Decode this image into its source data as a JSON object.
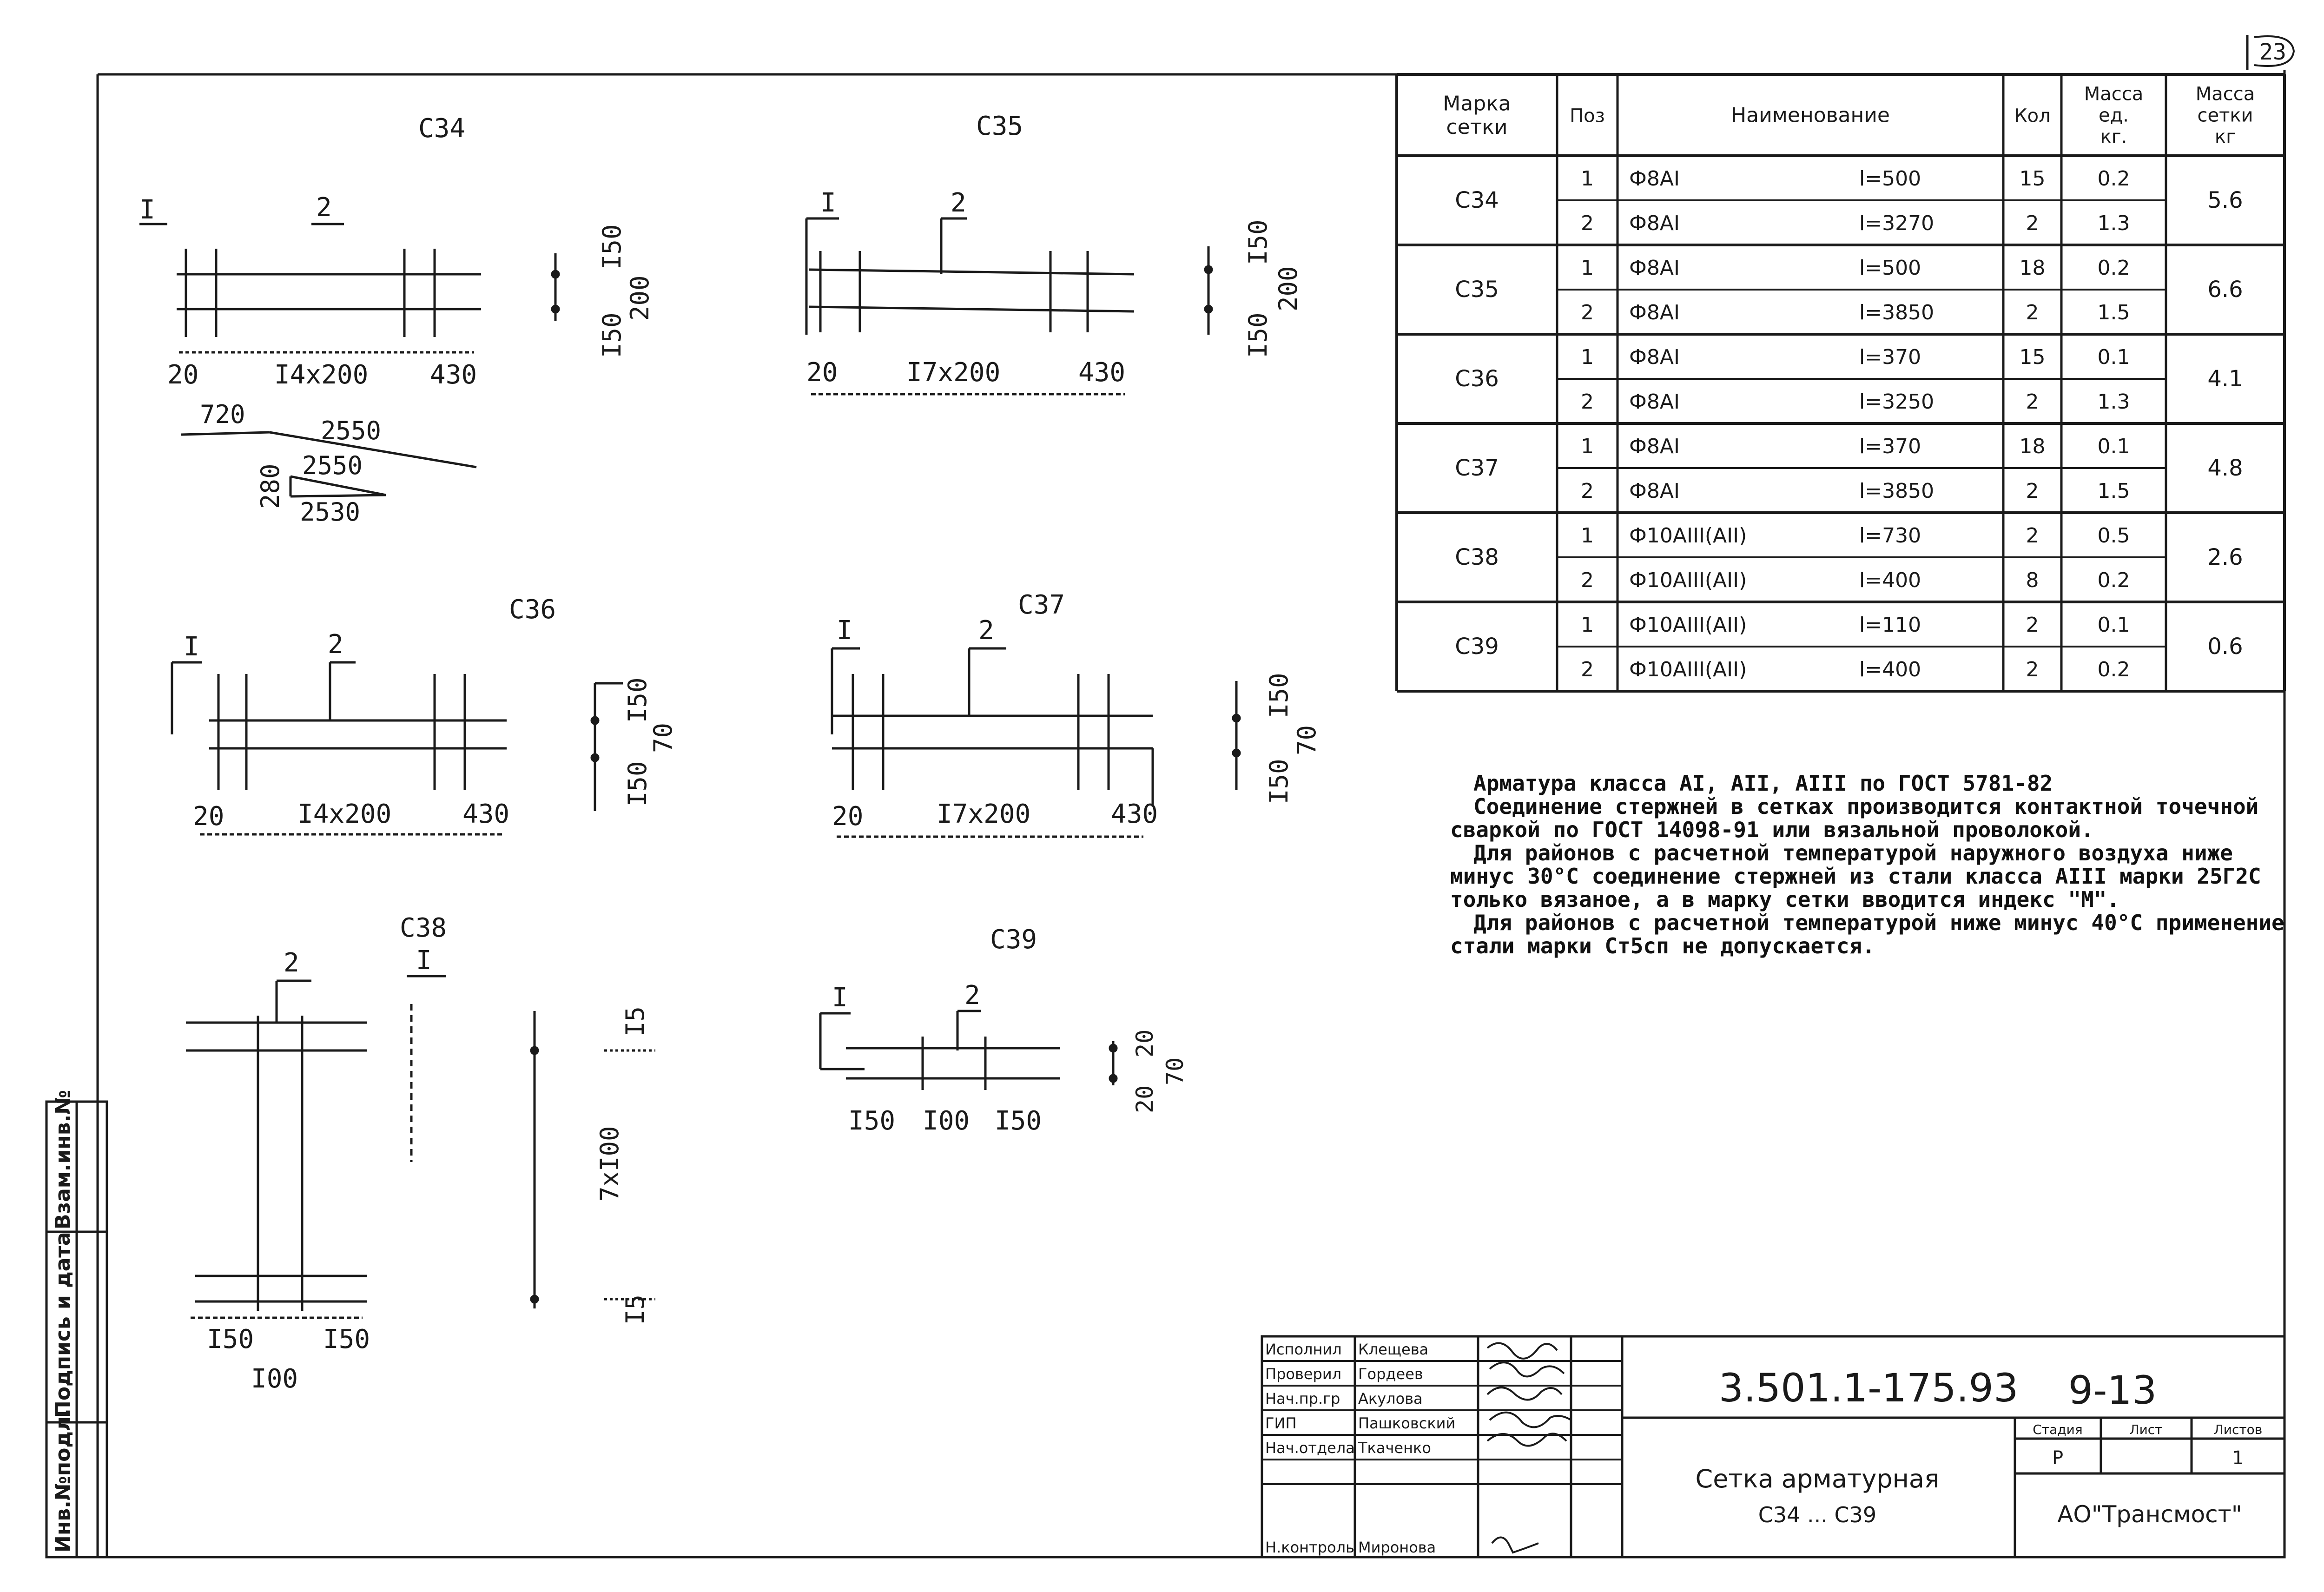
{
  "sheet_number": "23",
  "drawings": {
    "c34": {
      "title": "С34",
      "pos1": "I",
      "pos2": "2",
      "dim_left": "20",
      "dim_mid": "I4x200",
      "dim_right": "430",
      "side_top": "I50",
      "side_bot": "I50",
      "side_total": "200",
      "bend_a": "720",
      "bend_b": "2550",
      "bend_c": "2550",
      "bend_h": "280",
      "bend_d": "2530"
    },
    "c35": {
      "title": "С35",
      "pos1": "I",
      "pos2": "2",
      "dim_left": "20",
      "dim_mid": "I7x200",
      "dim_right": "430",
      "side_top": "I50",
      "side_bot": "I50",
      "side_total": "200"
    },
    "c36": {
      "title": "С36",
      "pos1": "I",
      "pos2": "2",
      "dim_left": "20",
      "dim_mid": "I4x200",
      "dim_right": "430",
      "side_top": "I50",
      "side_bot": "I50",
      "side_total": "70"
    },
    "c37": {
      "title": "С37",
      "pos1": "I",
      "pos2": "2",
      "dim_left": "20",
      "dim_mid": "I7x200",
      "dim_right": "430",
      "side_top": "I50",
      "side_bot": "I50",
      "side_total": "70"
    },
    "c38": {
      "title": "С38",
      "pos1": "I",
      "pos2": "2",
      "dim_left": "I50",
      "dim_mid": "I00",
      "dim_right": "I50",
      "side_top": "I5",
      "side_mid": "7xI00",
      "side_bot": "I5"
    },
    "c39": {
      "title": "С39",
      "pos1": "I",
      "pos2": "2",
      "dim_left": "I50",
      "dim_mid": "I00",
      "dim_right": "I50",
      "side_top": "20",
      "side_bot": "20",
      "side_total": "70"
    }
  },
  "spec_table": {
    "headers": [
      "Марка сетки",
      "Поз",
      "Наименование",
      "Кол",
      "Масса ед. кг.",
      "Масса сетки кг"
    ],
    "groups": [
      {
        "mark": "С34",
        "total": "5.6",
        "rows": [
          {
            "pos": "1",
            "name": "Ф8АI",
            "len": "l=500",
            "qty": "15",
            "mass": "0.2"
          },
          {
            "pos": "2",
            "name": "Ф8АI",
            "len": "l=3270",
            "qty": "2",
            "mass": "1.3"
          }
        ]
      },
      {
        "mark": "С35",
        "total": "6.6",
        "rows": [
          {
            "pos": "1",
            "name": "Ф8АI",
            "len": "l=500",
            "qty": "18",
            "mass": "0.2"
          },
          {
            "pos": "2",
            "name": "Ф8АI",
            "len": "l=3850",
            "qty": "2",
            "mass": "1.5"
          }
        ]
      },
      {
        "mark": "С36",
        "total": "4.1",
        "rows": [
          {
            "pos": "1",
            "name": "Ф8АI",
            "len": "l=370",
            "qty": "15",
            "mass": "0.1"
          },
          {
            "pos": "2",
            "name": "Ф8АI",
            "len": "l=3250",
            "qty": "2",
            "mass": "1.3"
          }
        ]
      },
      {
        "mark": "С37",
        "total": "4.8",
        "rows": [
          {
            "pos": "1",
            "name": "Ф8АI",
            "len": "l=370",
            "qty": "18",
            "mass": "0.1"
          },
          {
            "pos": "2",
            "name": "Ф8АI",
            "len": "l=3850",
            "qty": "2",
            "mass": "1.5"
          }
        ]
      },
      {
        "mark": "С38",
        "total": "2.6",
        "rows": [
          {
            "pos": "1",
            "name": "Ф10АIII(АII)",
            "len": "l=730",
            "qty": "2",
            "mass": "0.5"
          },
          {
            "pos": "2",
            "name": "Ф10АIII(АII)",
            "len": "l=400",
            "qty": "8",
            "mass": "0.2"
          }
        ]
      },
      {
        "mark": "С39",
        "total": "0.6",
        "rows": [
          {
            "pos": "1",
            "name": "Ф10АIII(АII)",
            "len": "l=110",
            "qty": "2",
            "mass": "0.1"
          },
          {
            "pos": "2",
            "name": "Ф10АIII(АII)",
            "len": "l=400",
            "qty": "2",
            "mass": "0.2"
          }
        ]
      }
    ]
  },
  "notes": [
    "Арматура класса АI, АII, АIII по ГОСТ 5781-82",
    "Соединение стержней в сетках производится контактной точечной сваркой по ГОСТ 14098-91 или вязальной проволокой.",
    "Для районов с расчетной температурой наружного воздуха ниже минус 30°С соединение стержней из стали класса АIII марки 25Г2С только вязаное, а в марку сетки вводится индекс \"М\".",
    "Для районов с расчетной температурой ниже минус 40°С применение стали марки Ст5сп не допускается."
  ],
  "side_stamp": {
    "inv_podl": "Инв.№подл.",
    "sign_date": "Подпись и дата",
    "vzam_inv": "Взам.инв.№"
  },
  "title_block": {
    "code": "3.501.1-175.93",
    "sheet_code": "9-13",
    "name_line1": "Сетка арматурная",
    "name_line2": "С34 ... С39",
    "organization": "АО\"Трансмост\"",
    "stage_label": "Стадия",
    "sheet_label": "Лист",
    "sheets_label": "Листов",
    "stage_value": "Р",
    "sheets_value": "1",
    "people": [
      {
        "role": "Исполнил",
        "name": "Клещева"
      },
      {
        "role": "Проверил",
        "name": "Гордеев"
      },
      {
        "role": "Нач.пр.гр",
        "name": "Акулова"
      },
      {
        "role": "ГИП",
        "name": "Пашковский"
      },
      {
        "role": "Нач.отдела",
        "name": "Ткаченко"
      },
      {
        "role": "",
        "name": ""
      },
      {
        "role": "Н.контроль",
        "name": "Миронова"
      }
    ]
  }
}
